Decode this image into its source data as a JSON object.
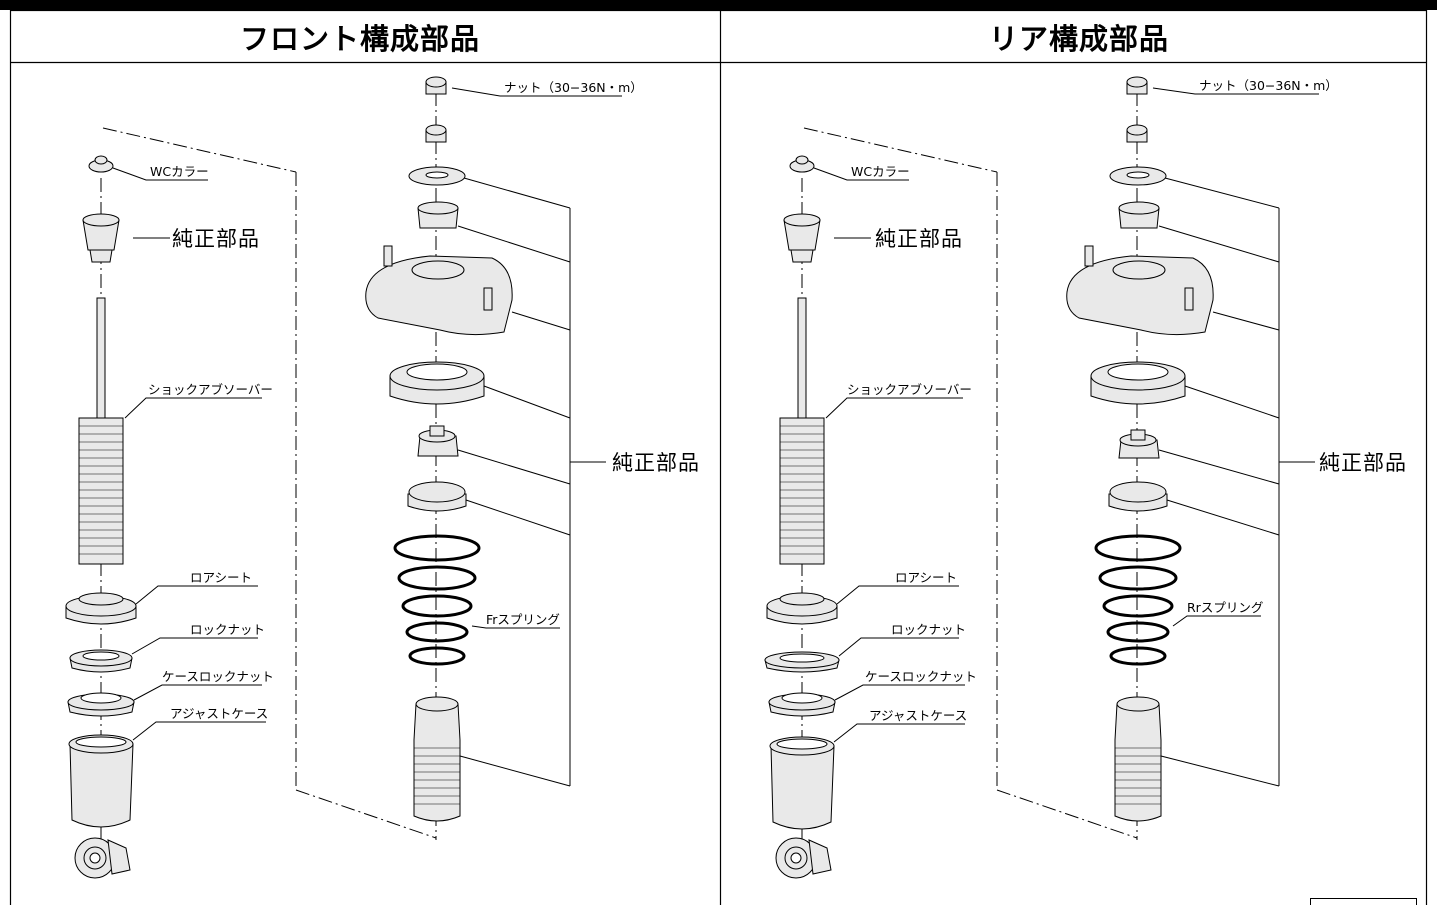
{
  "panels": [
    {
      "title": "フロント構成部品",
      "labels": {
        "nut": "ナット（30−36N・m）",
        "wc_collar": "WCカラー",
        "stock_parts": "純正部品",
        "shock_absorber": "ショックアブソーバー",
        "lower_seat": "ロアシート",
        "lock_nut": "ロックナット",
        "case_lock_nut": "ケースロックナット",
        "adjust_case": "アジャストケース",
        "spring": "Frスプリング",
        "stock_parts_right": "純正部品"
      }
    },
    {
      "title": "リア構成部品",
      "labels": {
        "nut": "ナット（30−36N・m）",
        "wc_collar": "WCカラー",
        "stock_parts": "純正部品",
        "shock_absorber": "ショックアブソーバー",
        "lower_seat": "ロアシート",
        "lock_nut": "ロックナット",
        "case_lock_nut": "ケースロックナット",
        "adjust_case": "アジャストケース",
        "spring": "Rrスプリング",
        "stock_parts_right": "純正部品"
      }
    }
  ],
  "colors": {
    "fill": "#e9e9e9",
    "line": "#000000",
    "background": "#ffffff"
  }
}
